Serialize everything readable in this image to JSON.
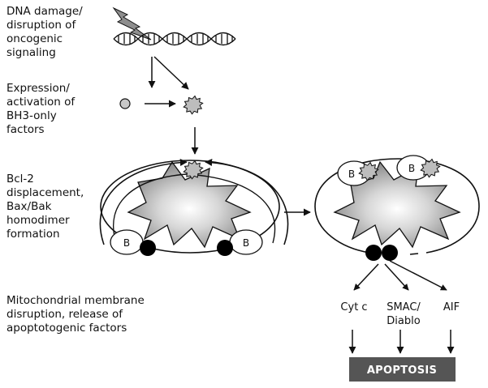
{
  "steps": [
    {
      "lines": [
        "DNA damage/",
        "disruption of",
        "oncogenic",
        "signaling"
      ]
    },
    {
      "lines": [
        "Expression/",
        "activation of",
        "BH3-only",
        "factors"
      ]
    },
    {
      "lines": [
        "Bcl-2",
        "displacement,",
        "Bax/Bak",
        "homodimer",
        "formation"
      ]
    },
    {
      "lines": [
        "Mitochondrial membrane",
        "disruption, release of",
        "apoptotogenic factors"
      ]
    }
  ],
  "labels": {
    "bcl2_marker": "B",
    "factors": [
      "Cyt c",
      "SMAC/",
      "Diablo",
      "AIF"
    ],
    "outcome": "APOPTOSIS"
  },
  "colors": {
    "outline": "#111111",
    "gray_fill": "#bdbdbd",
    "apoptosis_bar": "#555555"
  }
}
